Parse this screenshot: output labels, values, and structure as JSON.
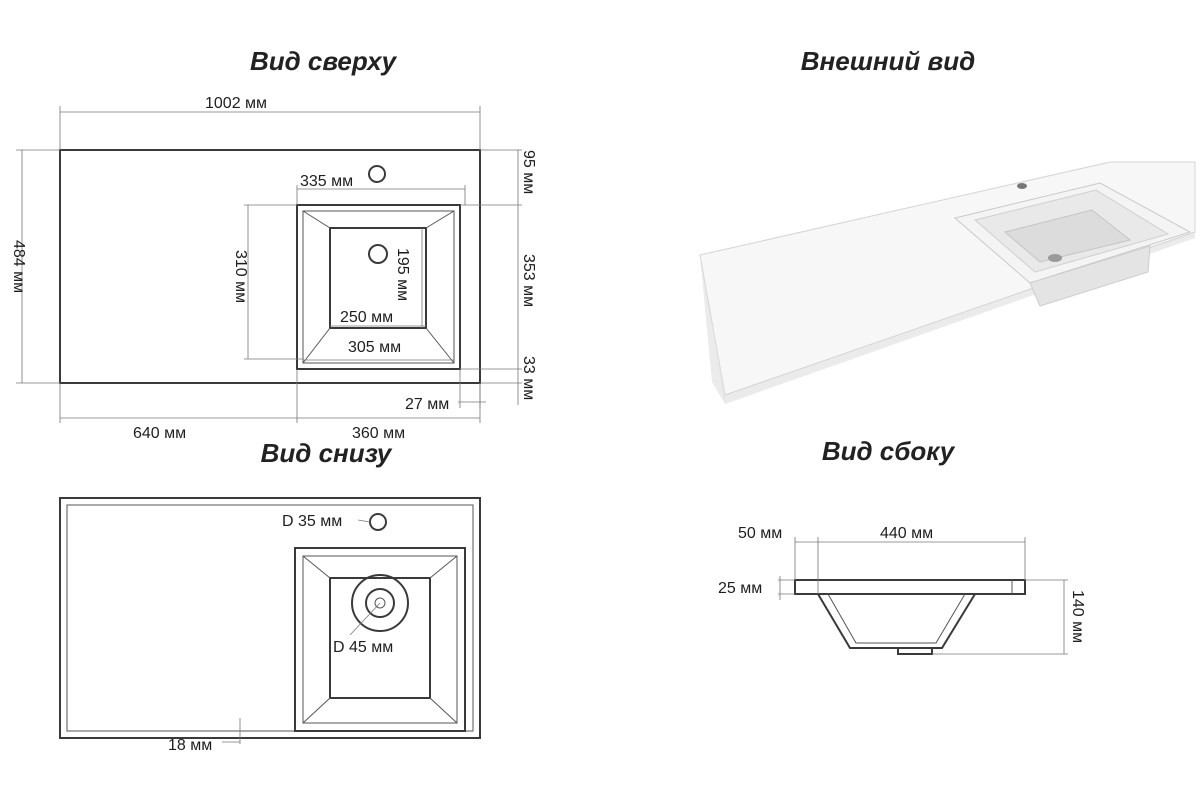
{
  "titles": {
    "top": "Вид сверху",
    "exterior": "Внешний вид",
    "bottom": "Вид снизу",
    "side": "Вид сбоку"
  },
  "top_view": {
    "overall_width": "1002 мм",
    "overall_depth": "484 мм",
    "bowl_outer_width": "335 мм",
    "bowl_outer_depth": "310 мм",
    "bowl_inner_depth": "195 мм",
    "bowl_inner_width": "250 мм",
    "bowl_rim_width": "305 мм",
    "back_margin": "95 мм",
    "bowl_depth_right": "353 мм",
    "front_margin": "33 мм",
    "side_margin": "27 мм",
    "left_section": "640 мм",
    "right_section": "360 мм"
  },
  "bottom_view": {
    "tap_hole": "D 35 мм",
    "drain_hole": "D 45 мм",
    "edge": "18 мм"
  },
  "side_view": {
    "top_offset": "50 мм",
    "bowl_width": "440 мм",
    "slab_thickness": "25 мм",
    "total_height": "140 мм"
  }
}
